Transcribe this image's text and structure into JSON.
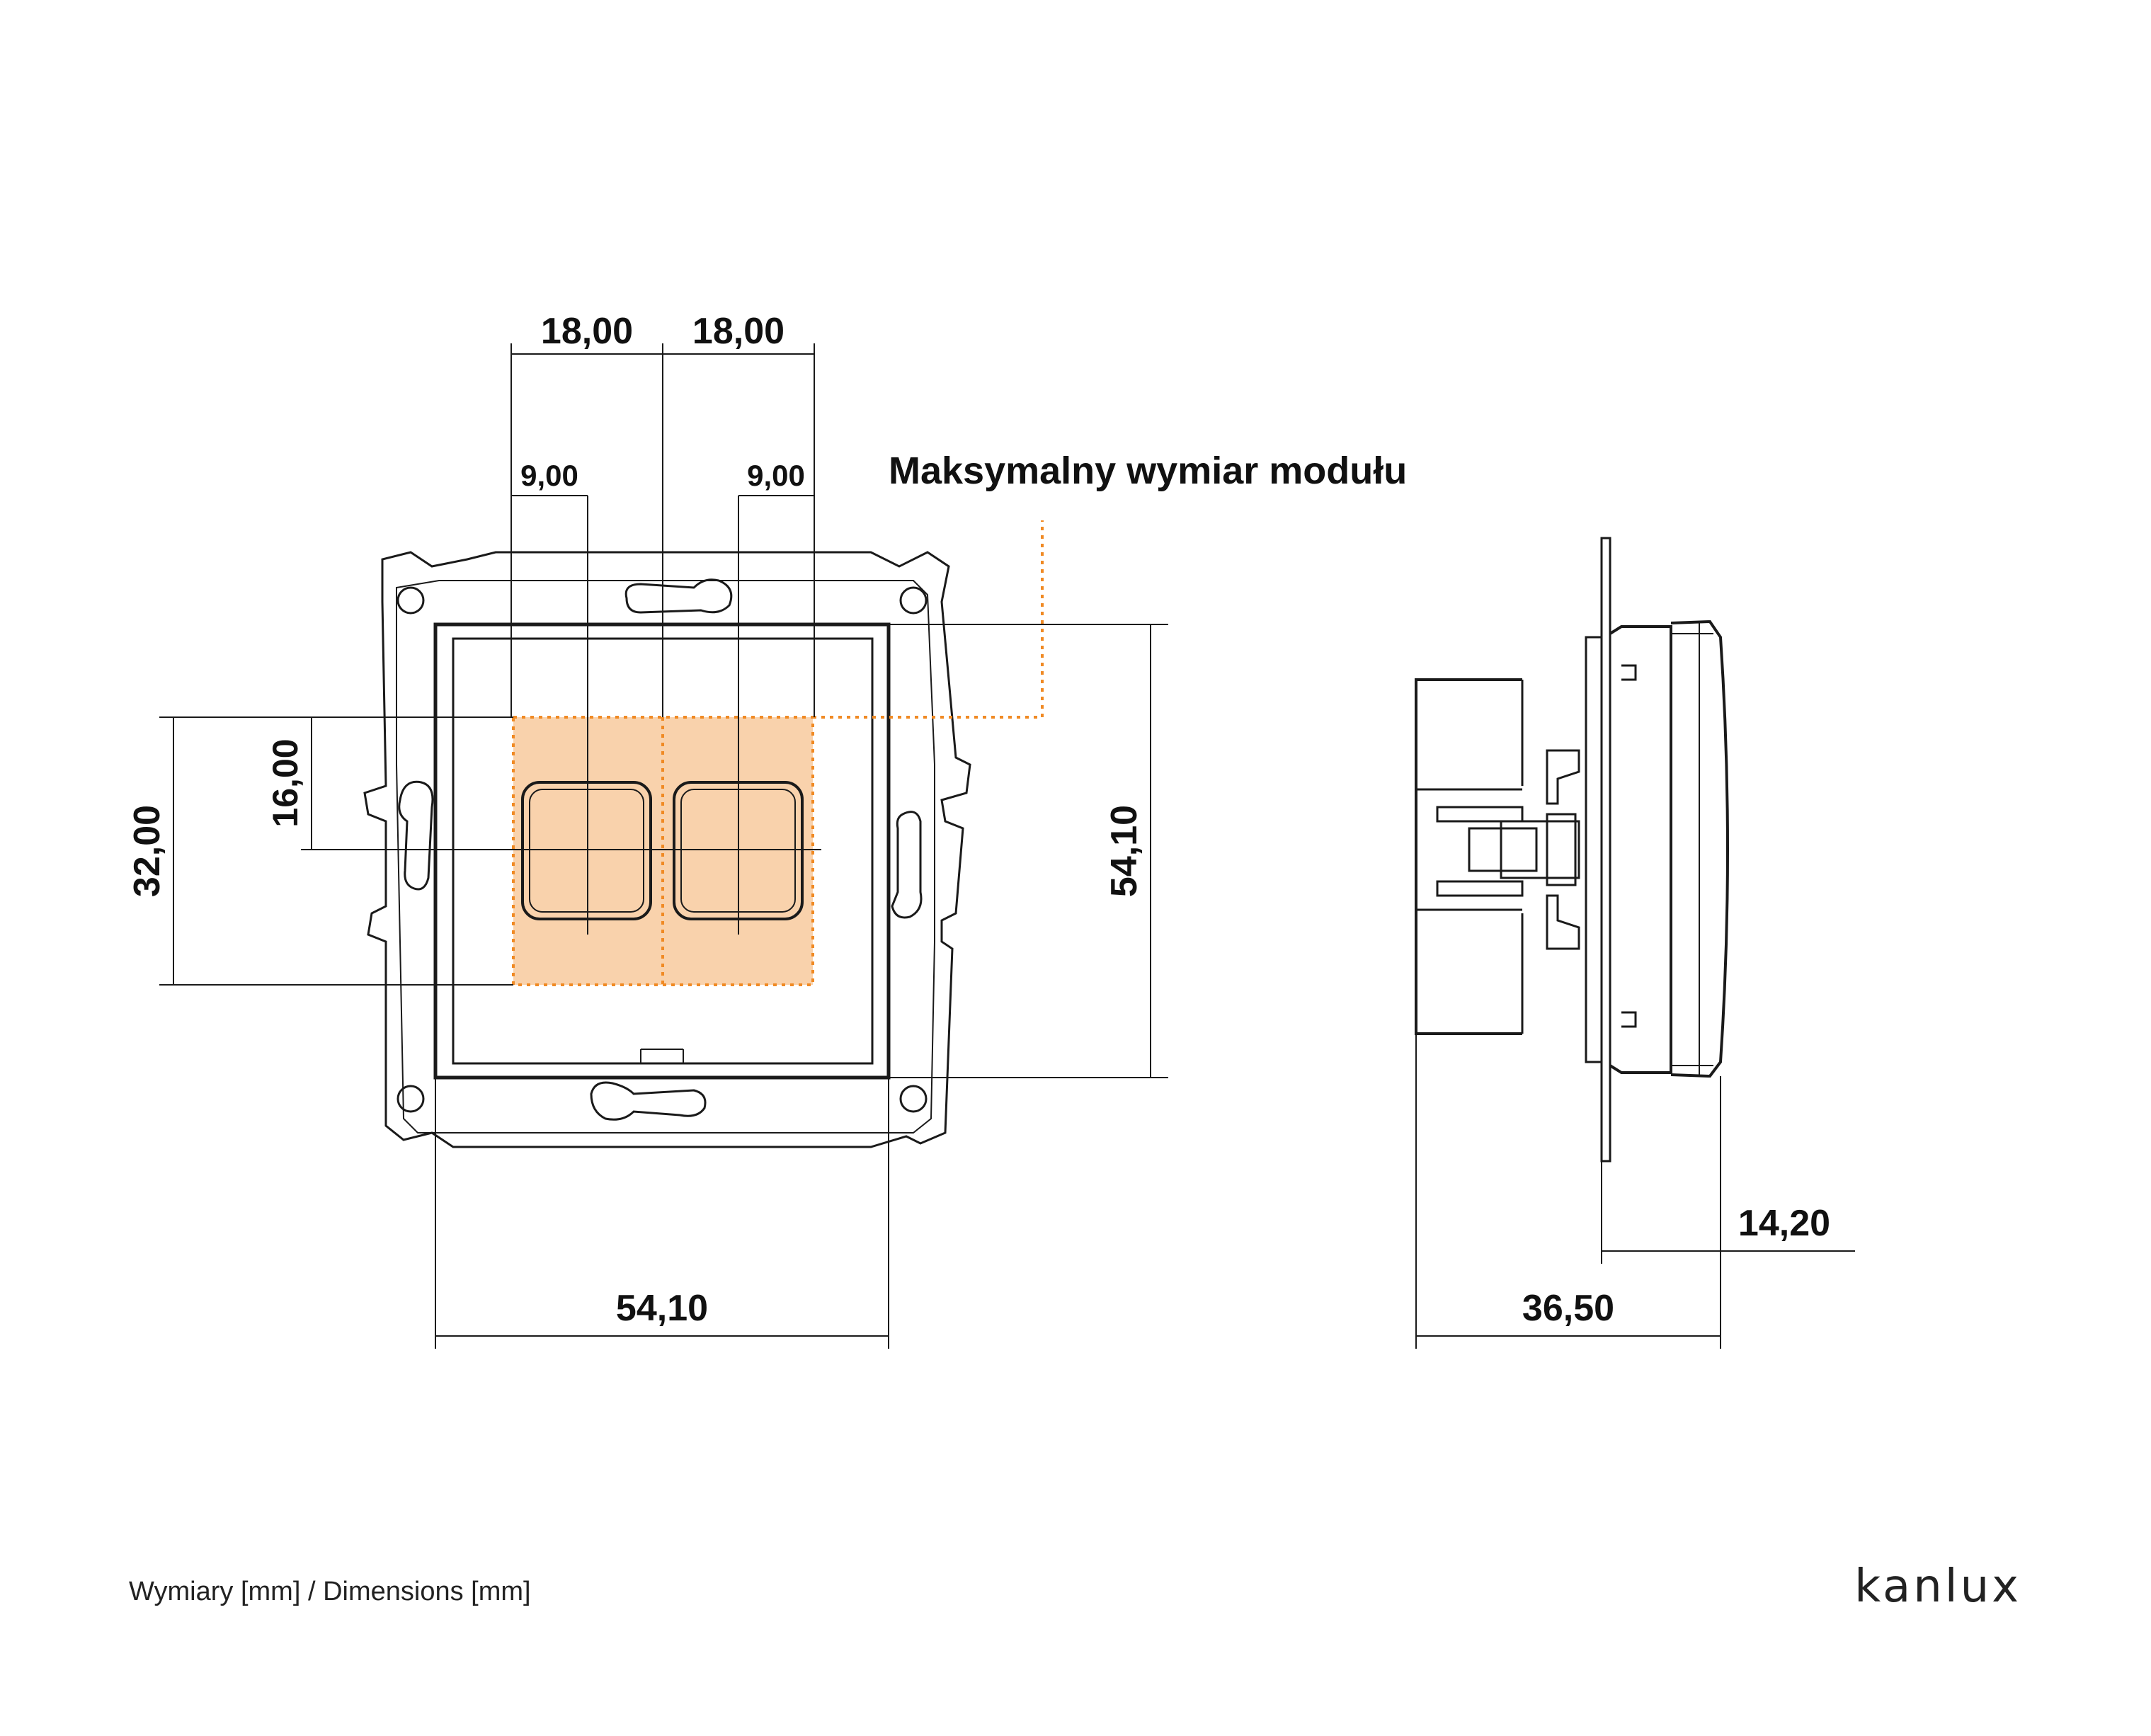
{
  "front_view": {
    "dim_top_left": "18,00",
    "dim_top_right": "18,00",
    "dim_center_left": "9,00",
    "dim_center_right": "9,00",
    "dim_height_half": "16,00",
    "dim_height_module": "32,00",
    "dim_frame_height": "54,10",
    "dim_frame_width": "54,10"
  },
  "module_note": "Maksymalny wymiar modułu",
  "side_view": {
    "dim_depth_total": "36,50",
    "dim_depth_front": "14,20"
  },
  "footer": {
    "units_label": "Wymiary [mm] / Dimensions [mm]",
    "brand": "kanlux"
  },
  "colors": {
    "line": "#1a1a1a",
    "module_fill": "#f9d2ac",
    "module_outline": "#f08a24"
  }
}
